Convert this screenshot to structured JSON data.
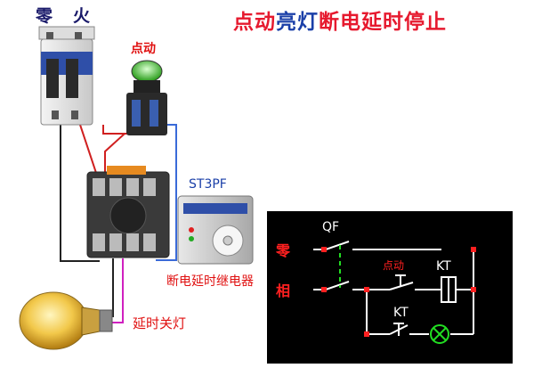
{
  "title": {
    "part1": "点动",
    "part2": "亮灯",
    "part3": "断电",
    "part4": "延时",
    "part5": "停止"
  },
  "wiring_labels": {
    "neutral": "零",
    "fire": "火",
    "push_button": "点动",
    "relay_model": "ST3PF",
    "relay_name": "断电延时继电器",
    "lamp_note": "延时关灯"
  },
  "schematic": {
    "breaker": "QF",
    "neutral": "零",
    "phase": "相",
    "push_button": "点动",
    "coil": "KT",
    "timer_contact": "KT"
  },
  "colors": {
    "title_red": "#e6192e",
    "title_blue": "#1a3fa8",
    "schematic_bg": "#000000",
    "schematic_line": "#ffffff",
    "schematic_red": "#ff2020",
    "schematic_green": "#22dd22",
    "wire_red": "#d02020",
    "wire_blue": "#3a6ad8",
    "wire_black": "#222222",
    "wire_magenta": "#d020c0"
  }
}
